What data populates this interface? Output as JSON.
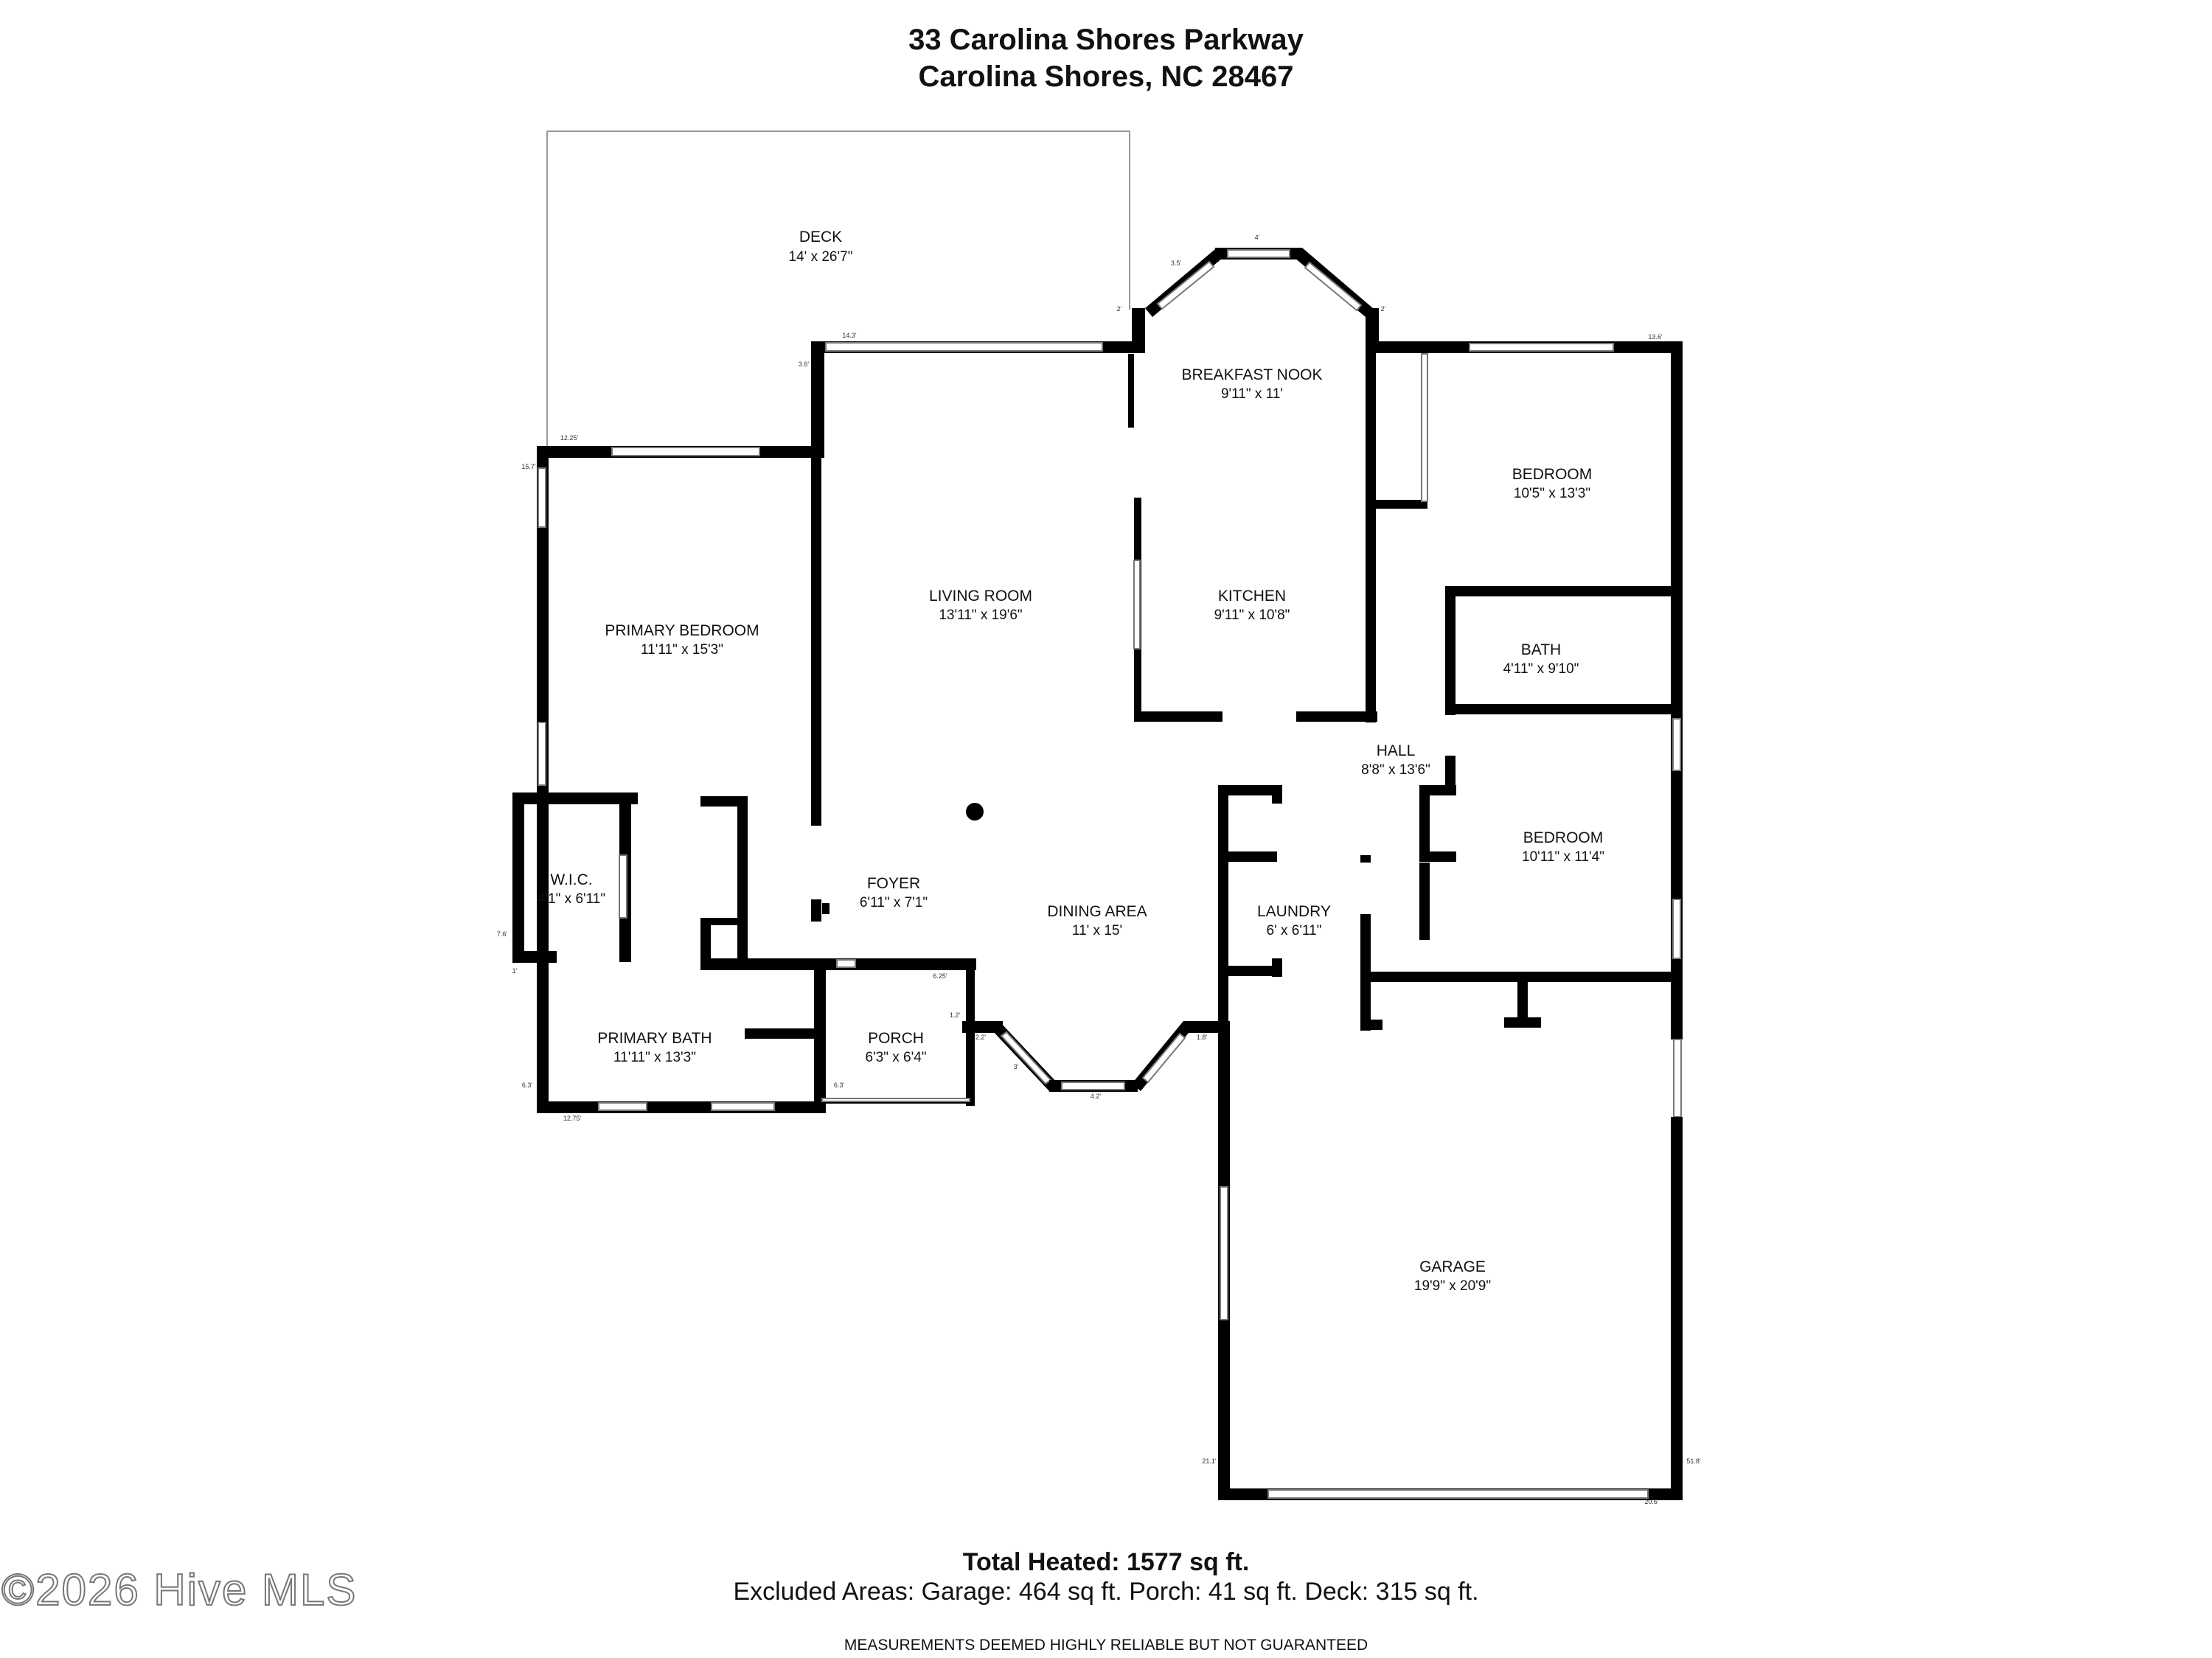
{
  "header": {
    "address_line1": "33 Carolina Shores Parkway",
    "address_line2": "Carolina Shores, NC 28467"
  },
  "rooms": [
    {
      "name": "DECK",
      "dim": "14' x 26'7\""
    },
    {
      "name": "BREAKFAST NOOK",
      "dim": "9'11\" x 11'"
    },
    {
      "name": "BEDROOM",
      "dim": "10'5\" x 13'3\""
    },
    {
      "name": "LIVING ROOM",
      "dim": "13'11\" x 19'6\""
    },
    {
      "name": "KITCHEN",
      "dim": "9'11\" x 10'8\""
    },
    {
      "name": "PRIMARY BEDROOM",
      "dim": "11'11\" x 15'3\""
    },
    {
      "name": "BATH",
      "dim": "4'11\" x 9'10\""
    },
    {
      "name": "HALL",
      "dim": "8'8\" x 13'6\""
    },
    {
      "name": "BEDROOM",
      "dim": "10'11\" x 11'4\""
    },
    {
      "name": "W.I.C.",
      "dim": "4'1\" x 6'11\""
    },
    {
      "name": "FOYER",
      "dim": "6'11\" x 7'1\""
    },
    {
      "name": "LAUNDRY",
      "dim": "6' x 6'11\""
    },
    {
      "name": "DINING AREA",
      "dim": "11' x 15'"
    },
    {
      "name": "PRIMARY BATH",
      "dim": "11'11\" x 13'3\""
    },
    {
      "name": "PORCH",
      "dim": "6'3\" x 6'4\""
    },
    {
      "name": "GARAGE",
      "dim": "19'9\" x 20'9\""
    }
  ],
  "footer": {
    "total_heated": "Total Heated: 1577 sq ft.",
    "excluded": "Excluded Areas: Garage: 464 sq ft. Porch: 41 sq ft. Deck: 315 sq ft.",
    "disclaimer": "MEASUREMENTS DEEMED HIGHLY RELIABLE BUT NOT GUARANTEED",
    "copyright": "©2026 Hive MLS"
  }
}
